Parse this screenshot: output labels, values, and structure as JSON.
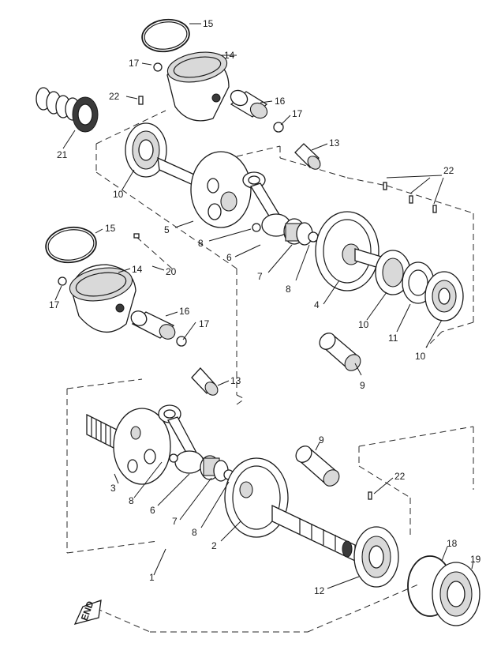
{
  "diagram": {
    "labels": {
      "p1": "1",
      "p2": "2",
      "p3": "3",
      "p4": "4",
      "p5": "5",
      "p6a": "6",
      "p6b": "6",
      "p7a": "7",
      "p7b": "7",
      "p8a": "8",
      "p8b": "8",
      "p8c": "8",
      "p8d": "8",
      "p9a": "9",
      "p9b": "9",
      "p10a": "10",
      "p10b": "10",
      "p10c": "10",
      "p11": "11",
      "p12": "12",
      "p13a": "13",
      "p13b": "13",
      "p14a": "14",
      "p14b": "14",
      "p15a": "15",
      "p15b": "15",
      "p16a": "16",
      "p16b": "16",
      "p17a": "17",
      "p17b": "17",
      "p17c": "17",
      "p17d": "17",
      "p18": "18",
      "p19": "19",
      "p20": "20",
      "p21": "21",
      "p22a": "22",
      "p22b": "22",
      "p22c": "22"
    },
    "end_marker": "END"
  }
}
